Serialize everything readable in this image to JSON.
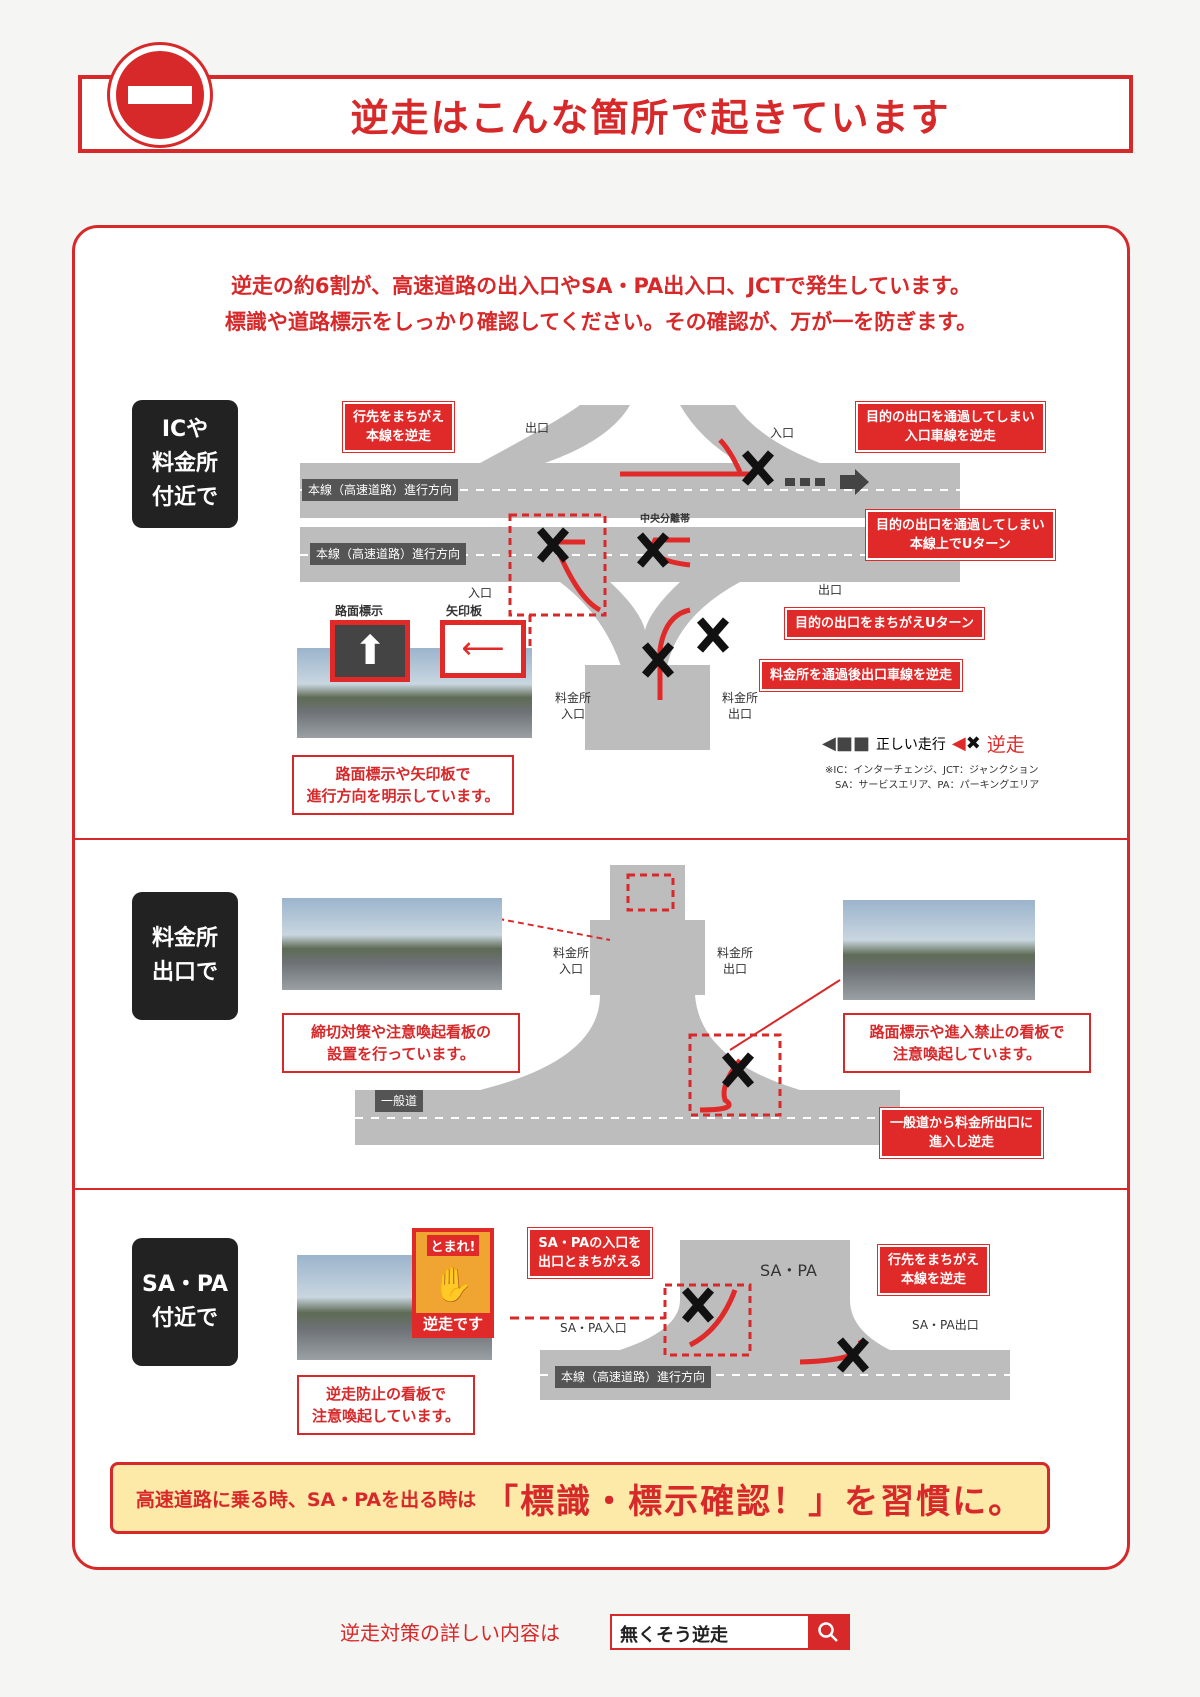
{
  "title": "逆走はこんな箇所で起きています",
  "intro": [
    "逆走の約6割が、高速道路の出入口やSA・PA出入口、JCTで発生しています。",
    "標識や道路標示をしっかり確認してください。その確認が、万が一を防ぎます。"
  ],
  "section1": {
    "label": [
      "ICや",
      "料金所",
      "付近で"
    ],
    "callouts": {
      "c1": [
        "行先をまちがえ",
        "本線を逆走"
      ],
      "c2": [
        "目的の出口を通過してしまい",
        "入口車線を逆走"
      ],
      "c3": [
        "目的の出口を通過してしまい",
        "本線上でUターン"
      ],
      "c4": "目的の出口をまちがえUターン",
      "c5": "料金所を通過後出口車線を逆走"
    },
    "labels": {
      "exit_top": "出口",
      "entrance_top": "入口",
      "median": "中央分離帯",
      "entrance_bottom": "入口",
      "exit_bottom": "出口",
      "toll_in": [
        "料金所",
        "入口"
      ],
      "toll_out": [
        "料金所",
        "出口"
      ],
      "road_marking": "路面標示",
      "arrow_board": "矢印板",
      "main_road_1": "本線（高速道路）進行方向",
      "main_road_2": "本線（高速道路）進行方向"
    },
    "photo_caption": [
      "路面標示や矢印板で",
      "進行方向を明示しています。"
    ],
    "legend": {
      "correct": "正しい走行",
      "wrong": "逆走"
    },
    "note": [
      "※IC：インターチェンジ、JCT：ジャンクション",
      "SA：サービスエリア、PA：パーキングエリア"
    ]
  },
  "section2": {
    "label": [
      "料金所",
      "出口で"
    ],
    "labels": {
      "toll_in": [
        "料金所",
        "入口"
      ],
      "toll_out": [
        "料金所",
        "出口"
      ],
      "general_road": "一般道"
    },
    "caption_left": [
      "締切対策や注意喚起看板の",
      "設置を行っています。"
    ],
    "caption_right": [
      "路面標示や進入禁止の看板で",
      "注意喚起しています。"
    ],
    "callout": [
      "一般道から料金所出口に",
      "進入し逆走"
    ]
  },
  "section3": {
    "label": [
      "SA・PA",
      "付近で"
    ],
    "sign": {
      "top": "とまれ!",
      "bottom": "逆走です"
    },
    "callouts": {
      "c1": [
        "SA・PAの入口を",
        "出口とまちがえる"
      ],
      "c2": [
        "行先をまちがえ",
        "本線を逆走"
      ]
    },
    "labels": {
      "sapa": "SA・PA",
      "entrance": "SA・PA入口",
      "exit": "SA・PA出口",
      "main_road": "本線（高速道路）進行方向"
    },
    "caption": [
      "逆走防止の看板で",
      "注意喚起しています。"
    ]
  },
  "bottom": {
    "small": "高速道路に乗る時、SA・PAを出る時は",
    "big": "「標識・標示確認！」を習慣に。"
  },
  "footer": {
    "text": "逆走対策の詳しい内容は",
    "search_query": "無くそう逆走"
  },
  "colors": {
    "red": "#d7282a",
    "road": "#bdbdbd",
    "yellow": "#fde9a8"
  }
}
